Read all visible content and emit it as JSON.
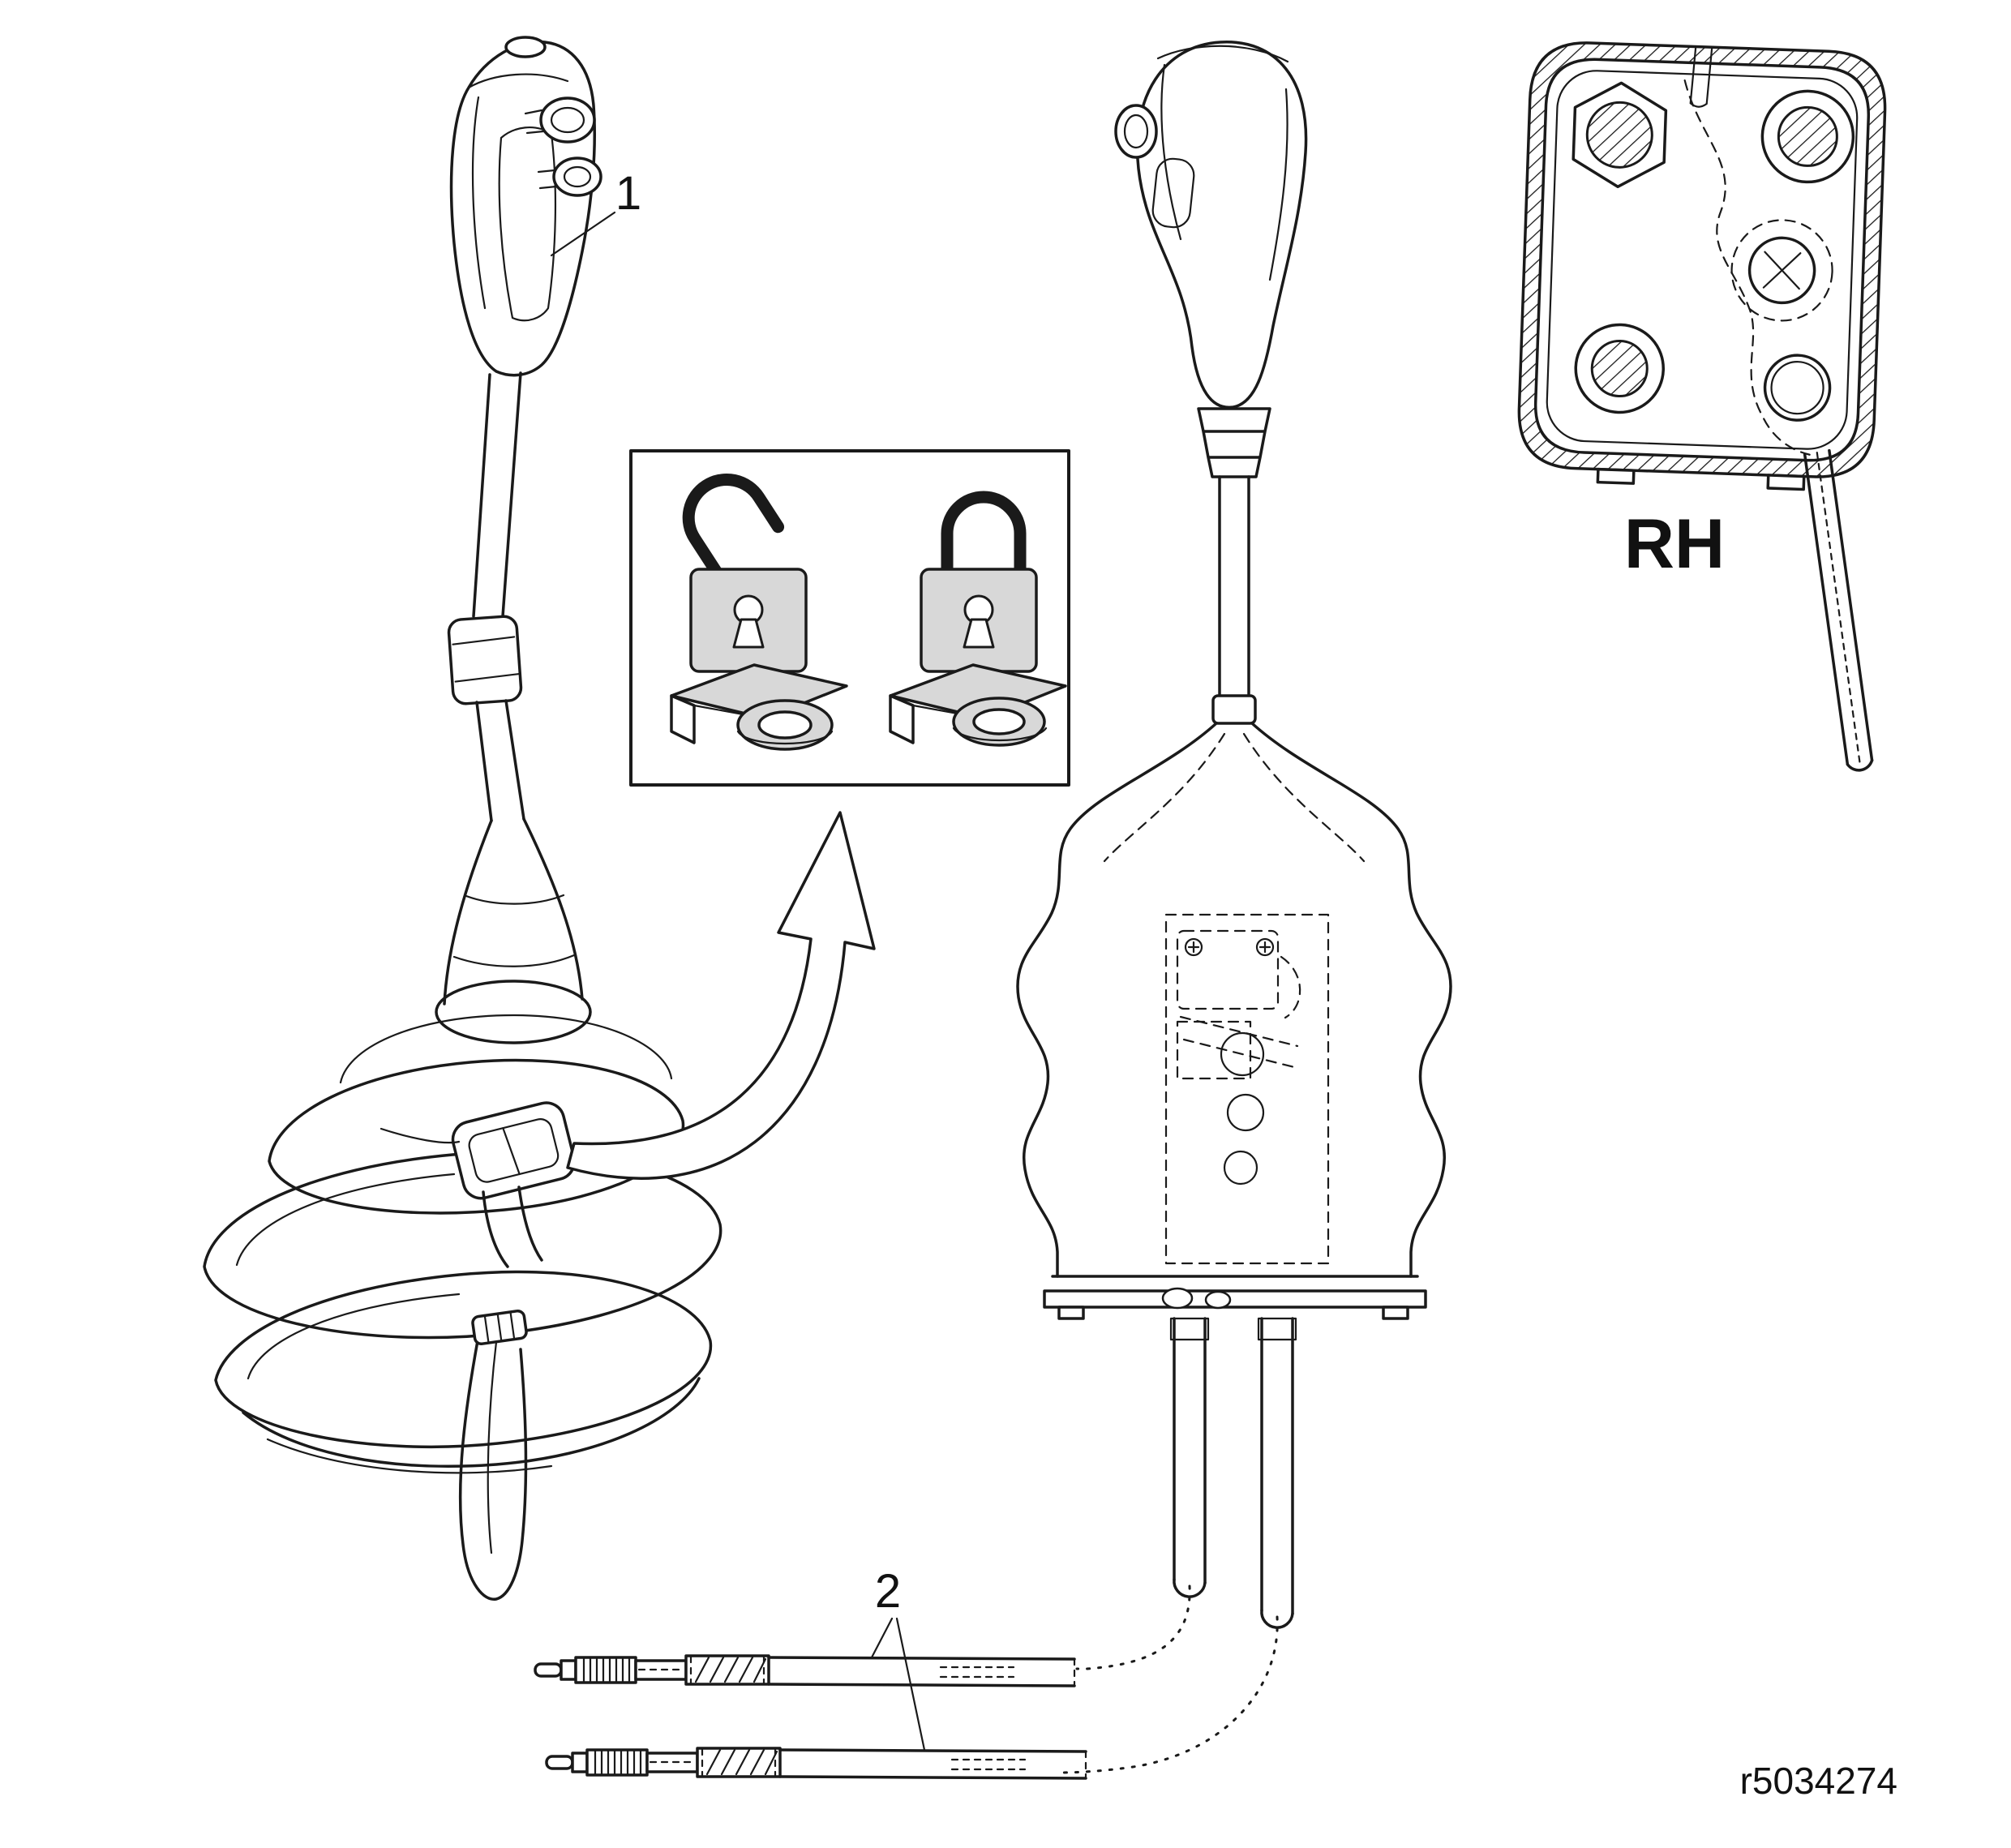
{
  "diagram": {
    "callout_1": "1",
    "callout_2": "2",
    "rh_label": "RH",
    "part_ref": "r5034274",
    "inset_icons": [
      {
        "name": "padlock-open-icon",
        "meaning": "unlocked"
      },
      {
        "name": "padlock-closed-icon",
        "meaning": "locked"
      },
      {
        "name": "clamp-open-icon",
        "meaning": "clamp unlocked"
      },
      {
        "name": "clamp-closed-icon",
        "meaning": "clamp locked"
      }
    ],
    "colors": {
      "line": "#1a1a1a",
      "background": "#ffffff",
      "icon_fill": "#d8d8d8"
    }
  }
}
